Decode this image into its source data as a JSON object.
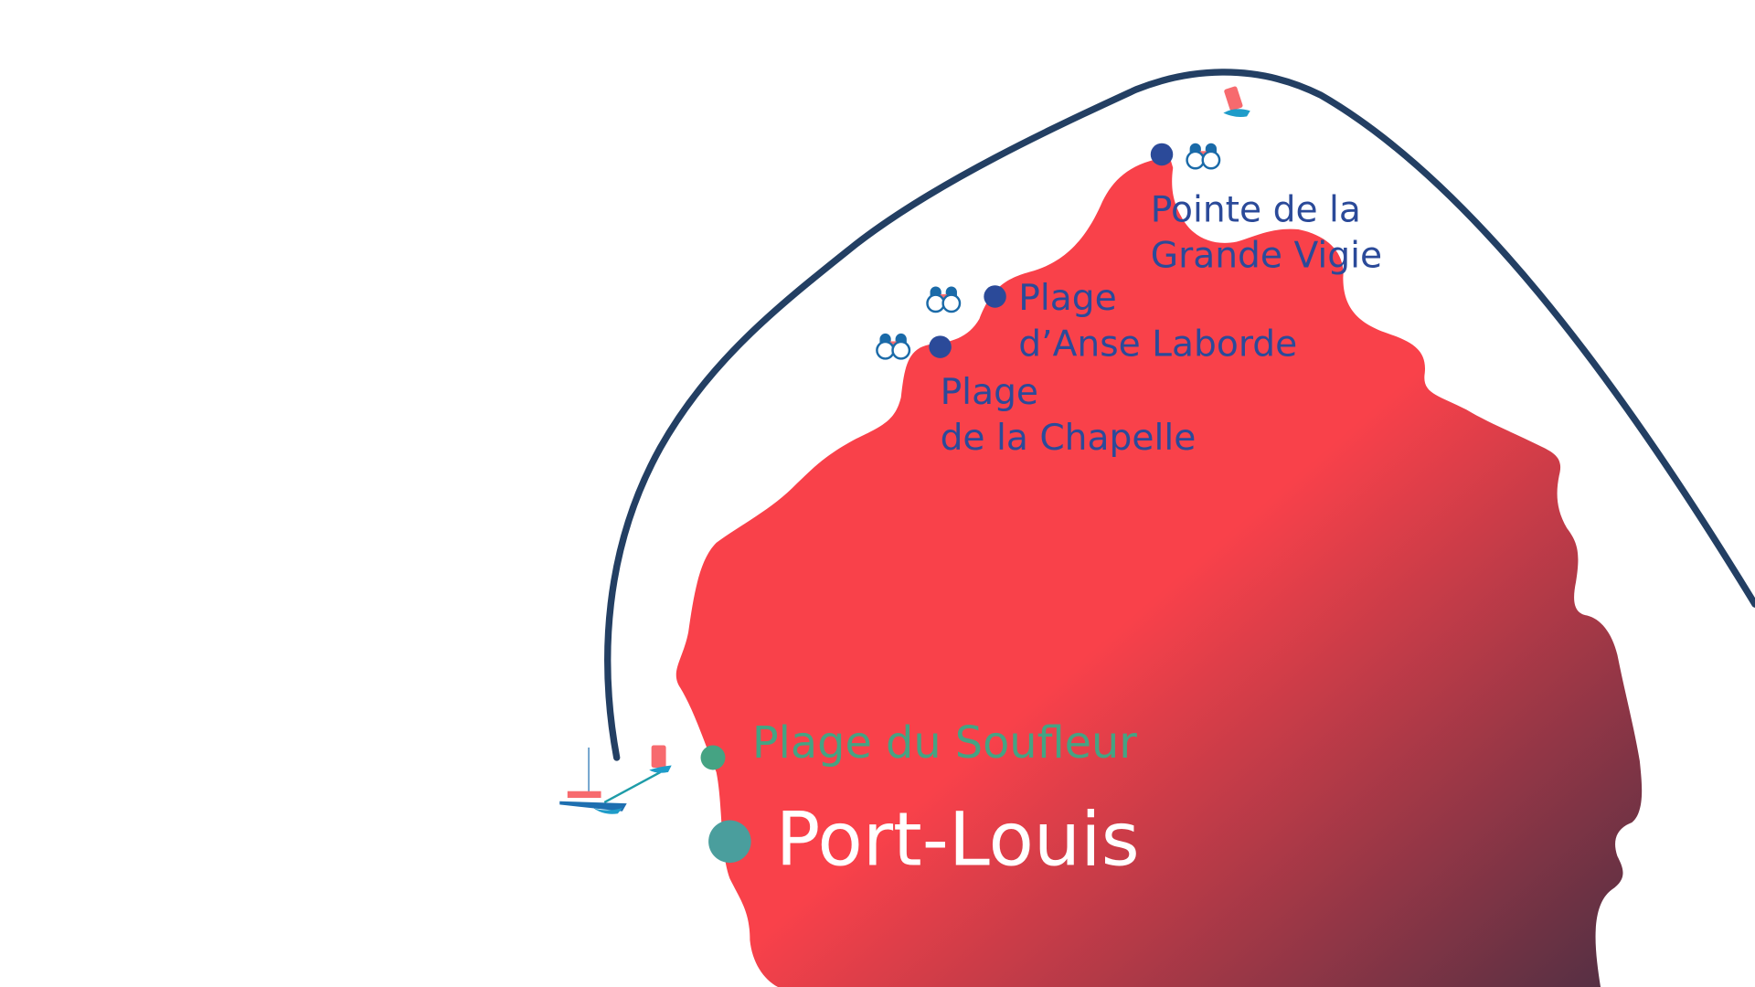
{
  "colors": {
    "island_light": "#F9414A",
    "island_dark": "#4F2F43",
    "route": "#233F63",
    "poi_blue": "#2B4A99",
    "soufleur_green": "#45A383",
    "port_teal": "#4A9E9D",
    "binocular_blue": "#1A6AA8",
    "boat_pink": "#F76A6E",
    "wave_blue": "#1E9CC9"
  },
  "places": {
    "pointe": {
      "line1": "Pointe de la",
      "line2": "Grande Vigie",
      "icon": "binoculars-icon"
    },
    "anse": {
      "line1": "Plage",
      "line2": "d’Anse Laborde",
      "icon": "binoculars-icon"
    },
    "chapelle": {
      "line1": "Plage",
      "line2": "de la Chapelle",
      "icon": "binoculars-icon"
    },
    "soufleur": {
      "label": "Plage du Soufleur"
    },
    "port": {
      "label": "Port-Louis"
    }
  }
}
